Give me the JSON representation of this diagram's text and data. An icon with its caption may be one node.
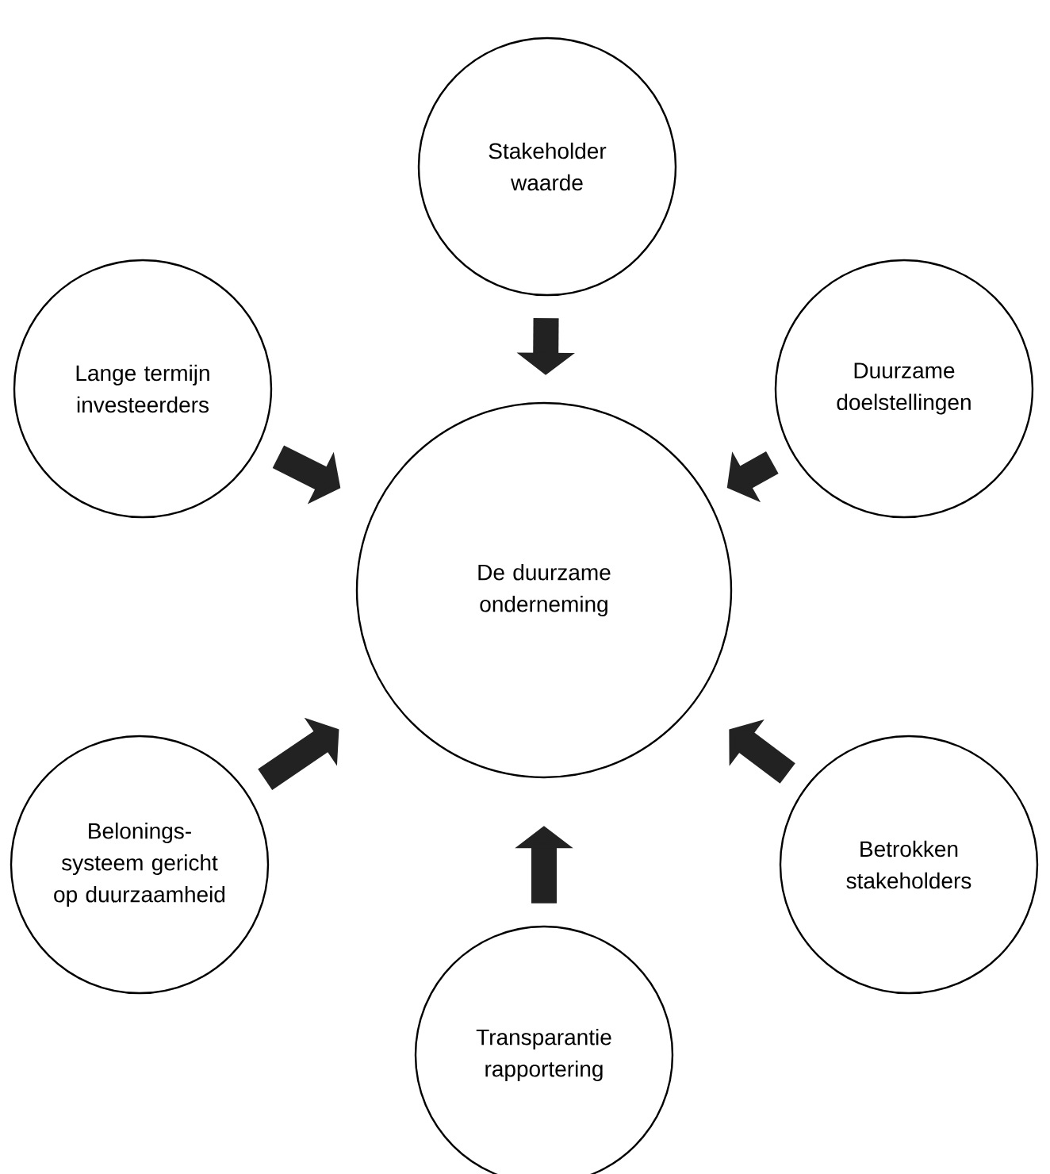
{
  "diagram": {
    "nodes": [
      {
        "text": [
          "Stakeholder waarde"
        ]
      },
      {
        "text": [
          "Lange termijn investeerders"
        ]
      },
      {
        "text": [
          "Duurzame doelstellingen"
        ]
      },
      {
        "text": [
          "De duurzame onderneming"
        ]
      },
      {
        "text": [
          "Belonings-systeem gericht op duurzaamheid"
        ]
      },
      {
        "text": [
          "Betrokken stakeholders"
        ]
      },
      {
        "text": [
          "Transparantie rapportering"
        ]
      }
    ],
    "edges": [
      {
        "from": 0,
        "to": 3,
        "arrow": "to"
      },
      {
        "from": 1,
        "to": 3,
        "arrow": "to"
      },
      {
        "from": 2,
        "to": 3,
        "arrow": "to"
      },
      {
        "from": 4,
        "to": 3,
        "arrow": "to"
      },
      {
        "from": 5,
        "to": 3,
        "arrow": "to"
      },
      {
        "from": 6,
        "to": 3,
        "arrow": "to"
      }
    ]
  }
}
